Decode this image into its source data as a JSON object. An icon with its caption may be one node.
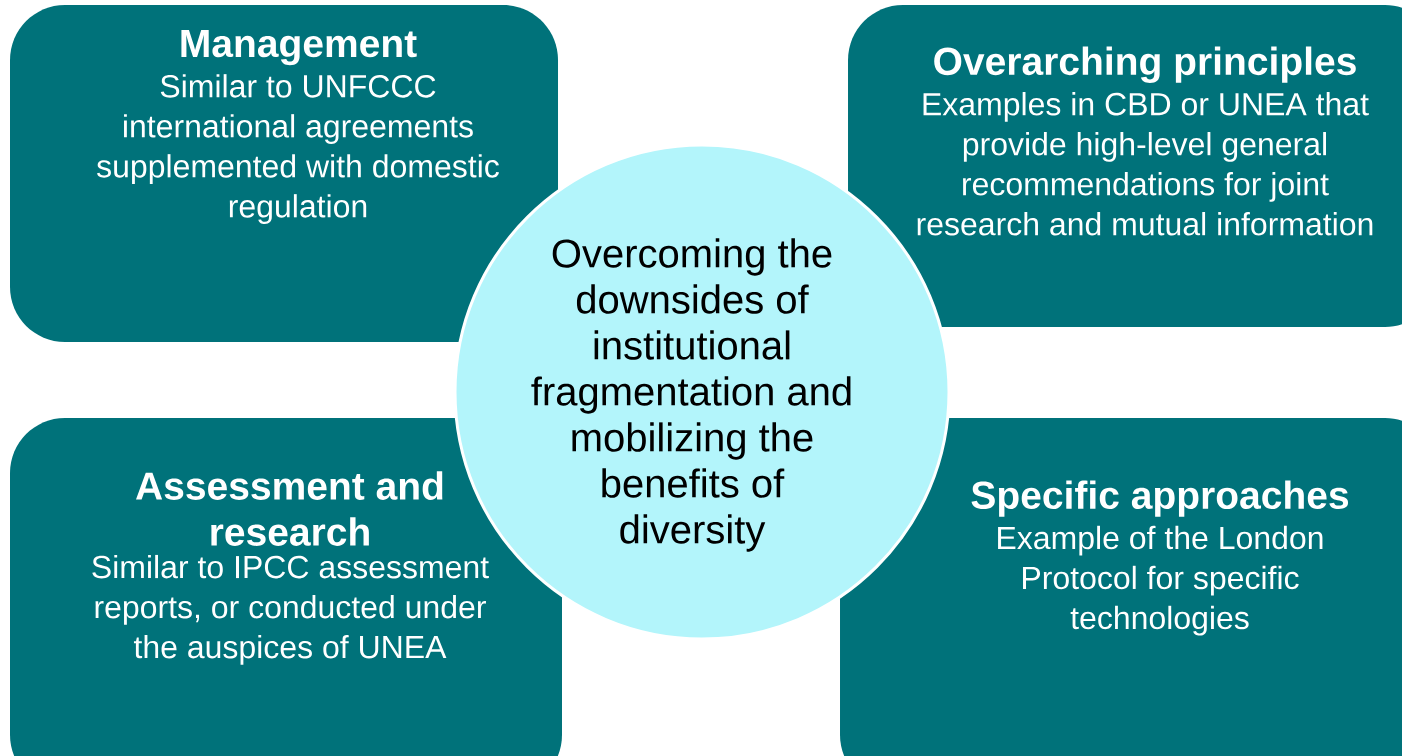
{
  "diagram": {
    "nodes": [
      {
        "text": [
          "Management",
          "Similar to UNFCCC international agreements supplemented with domestic regulation"
        ]
      },
      {
        "text": [
          "Overarching principles",
          "Examples in CBD or UNEA that provide high-level general recommendations for joint research and mutual information"
        ]
      },
      {
        "text": [
          "Overcoming the downsides of institutional fragmentation and mobilizing the benefits of diversity"
        ]
      },
      {
        "text": [
          "Assessment and research",
          "Similar to IPCC assessment reports, or conducted under the auspices of UNEA"
        ]
      },
      {
        "text": [
          "Specific approaches",
          "Example of the London Protocol for specific technologies"
        ]
      }
    ]
  }
}
